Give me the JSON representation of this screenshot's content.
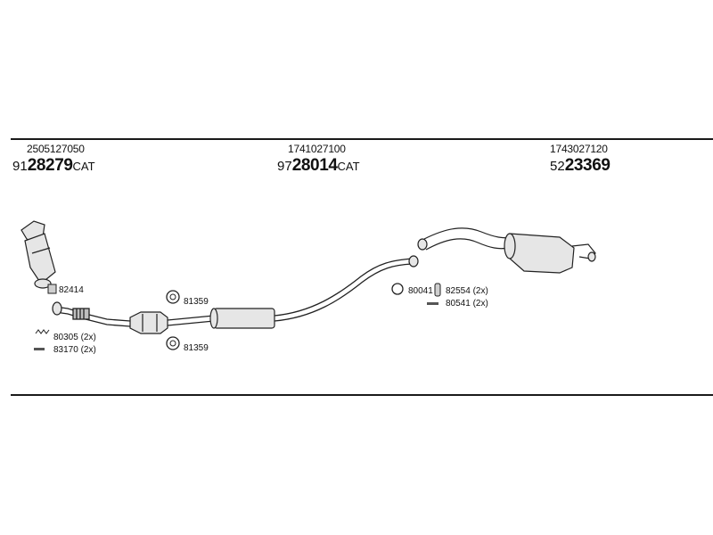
{
  "header": {
    "groups": [
      {
        "part_number": "2505127050",
        "kit_prefix": "91",
        "kit_number": "28279",
        "kit_suffix": "CAT"
      },
      {
        "part_number": "1741027100",
        "kit_prefix": "97",
        "kit_number": "28014",
        "kit_suffix": "CAT"
      },
      {
        "part_number": "1743027120",
        "kit_prefix": "52",
        "kit_number": "23369",
        "kit_suffix": ""
      }
    ]
  },
  "callouts": {
    "front_bracket": "82414",
    "ring_top": "81359",
    "ring_bottom": "81359",
    "spring_front": "80305 (2x)",
    "bolt_front": "83170 (2x)",
    "ring_rear": "80041",
    "hanger_rear": "82554 (2x)",
    "bolt_rear": "80541 (2x)"
  },
  "colors": {
    "line": "#1a1a1a",
    "part_fill": "#e6e6e6",
    "part_stroke": "#222222"
  }
}
